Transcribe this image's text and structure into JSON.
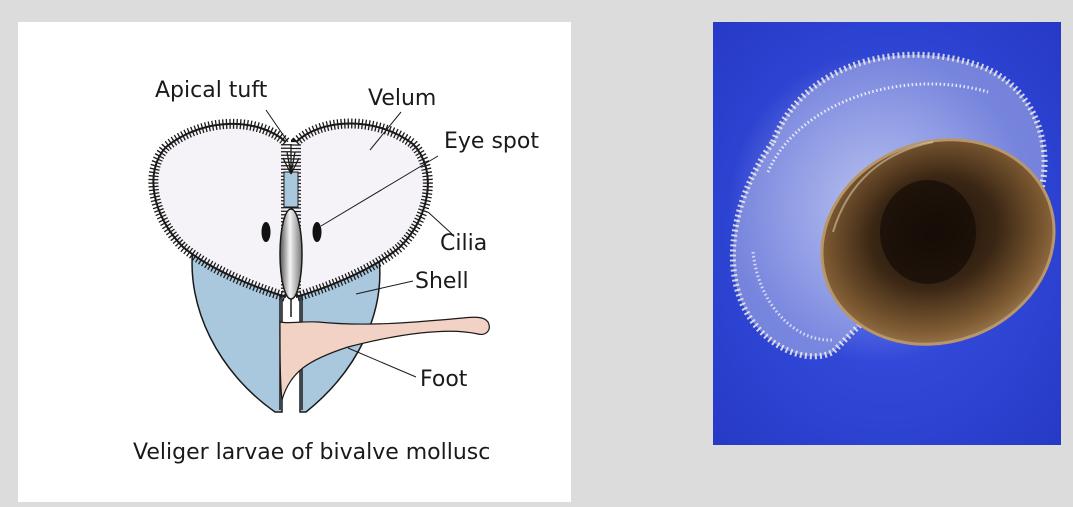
{
  "diagram": {
    "labels": {
      "apical_tuft": "Apical tuft",
      "velum": "Velum",
      "eye_spot": "Eye spot",
      "cilia": "Cilia",
      "shell": "Shell",
      "foot": "Foot"
    },
    "caption": "Veliger larvae of bivalve mollusc",
    "colors": {
      "shell": "#a9c8de",
      "foot": "#f2d2c4",
      "velum": "#f6f3f8",
      "outline": "#1a1a1a"
    }
  },
  "photo": {
    "colors": {
      "background": "#2f46d6",
      "shell_dark": "#2a1a10",
      "shell_brown": "#8a6234",
      "cilia": "#e8e4dc"
    }
  }
}
